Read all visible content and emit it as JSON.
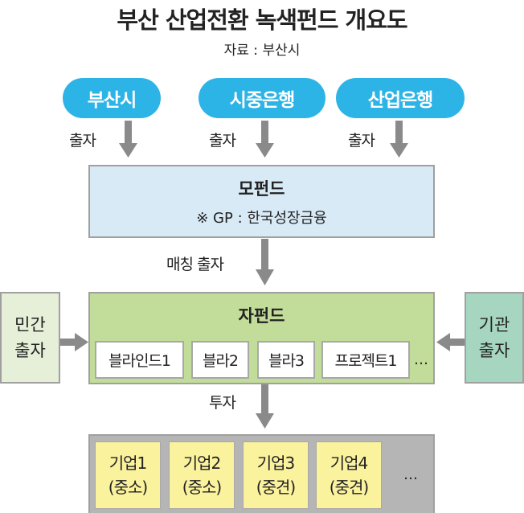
{
  "title": "부산 산업전환 녹색펀드 개요도",
  "source": "자료 : 부산시",
  "investors": [
    {
      "label": "부산시"
    },
    {
      "label": "시중은행"
    },
    {
      "label": "산업은행"
    }
  ],
  "contribution_label": "출자",
  "mother_fund": {
    "title": "모펀드",
    "note": "※ GP : 한국성장금융"
  },
  "matching_label": "매칭 출자",
  "private_box": {
    "line1": "민간",
    "line2": "출자"
  },
  "institution_box": {
    "line1": "기관",
    "line2": "출자"
  },
  "sub_fund": {
    "title": "자펀드",
    "items": [
      "블라인드1",
      "블라2",
      "블라3",
      "프로젝트1"
    ],
    "more": "…"
  },
  "invest_label": "투자",
  "companies": {
    "items": [
      {
        "name": "기업1",
        "type": "(중소)"
      },
      {
        "name": "기업2",
        "type": "(중소)"
      },
      {
        "name": "기업3",
        "type": "(중견)"
      },
      {
        "name": "기업4",
        "type": "(중견)"
      }
    ],
    "more": "…"
  },
  "colors": {
    "pill": "#2db4e6",
    "mother": "#d9eaf7",
    "sub": "#c2dc9a",
    "private": "#e6efd8",
    "institution": "#a6d6bf",
    "company": "#fbf29e",
    "company_bg": "#b5b5b5",
    "arrow": "#8a8a8a"
  }
}
